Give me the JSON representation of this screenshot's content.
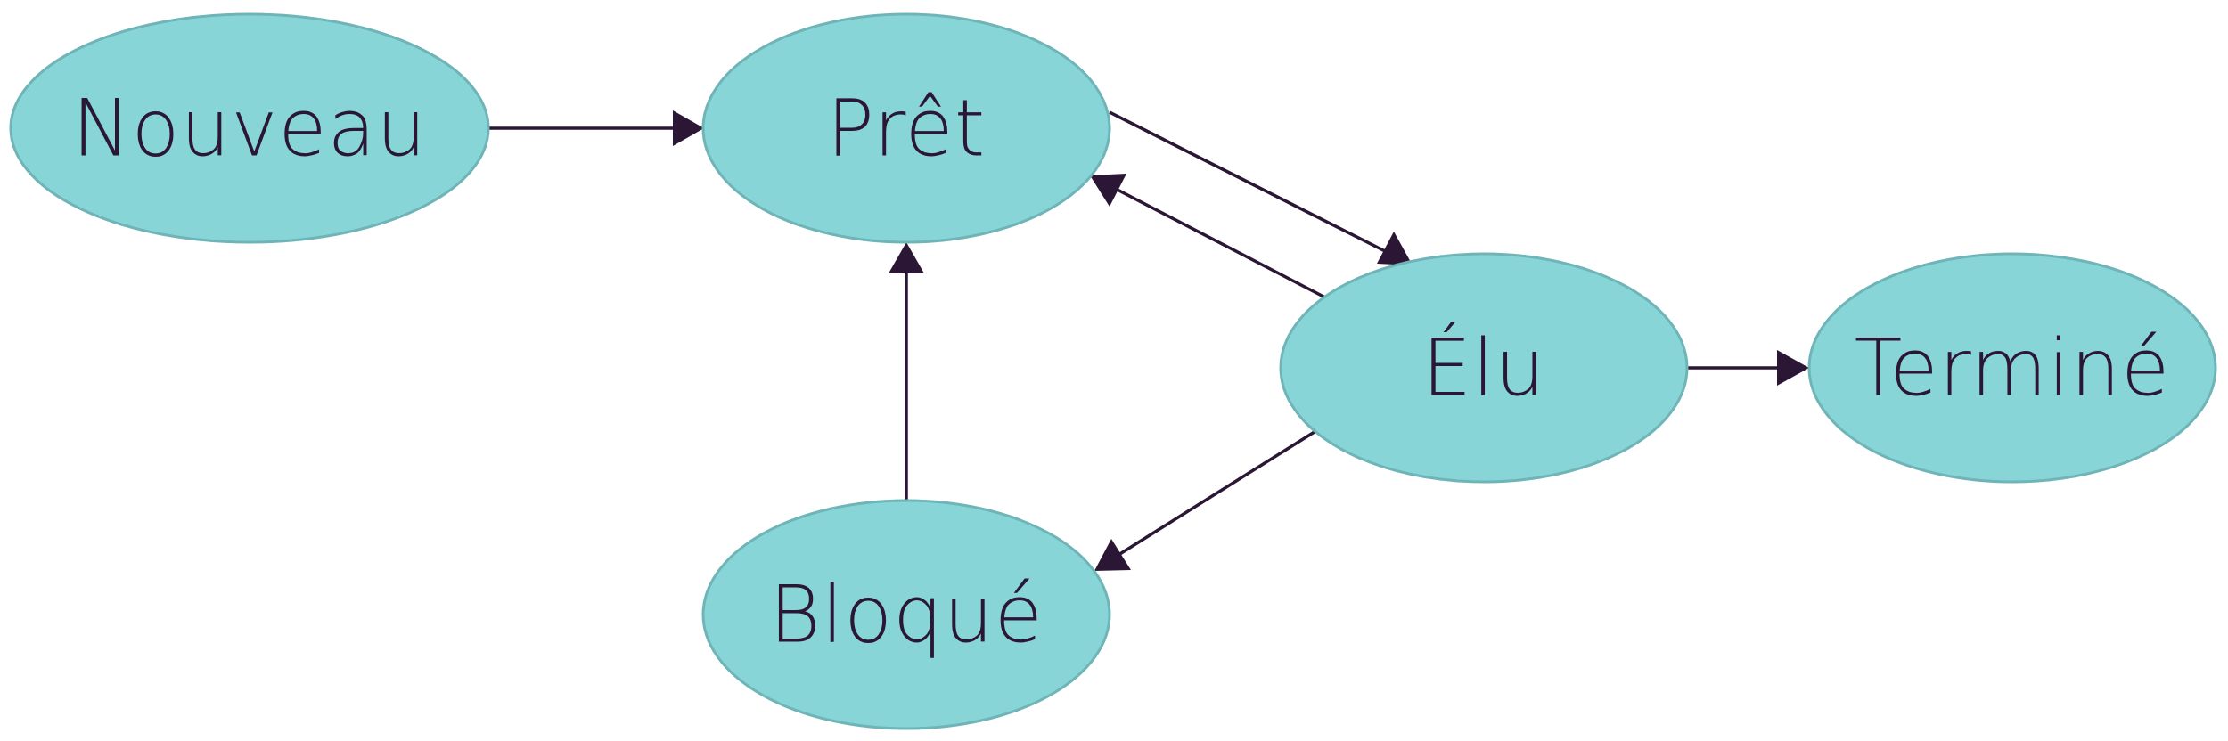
{
  "colors": {
    "node_fill": "#88d5d8",
    "node_stroke": "#6fb4b7",
    "ink": "#2b1735",
    "background": "#ffffff"
  },
  "nodes": [
    {
      "id": "nouveau",
      "label": "Nouveau"
    },
    {
      "id": "pret",
      "label": "Prêt"
    },
    {
      "id": "elu",
      "label": "Élu"
    },
    {
      "id": "termine",
      "label": "Terminé"
    },
    {
      "id": "bloque",
      "label": "Bloqué"
    }
  ],
  "edges": [
    {
      "from": "nouveau",
      "to": "pret"
    },
    {
      "from": "pret",
      "to": "elu"
    },
    {
      "from": "elu",
      "to": "pret"
    },
    {
      "from": "elu",
      "to": "termine"
    },
    {
      "from": "elu",
      "to": "bloque"
    },
    {
      "from": "bloque",
      "to": "pret"
    }
  ]
}
